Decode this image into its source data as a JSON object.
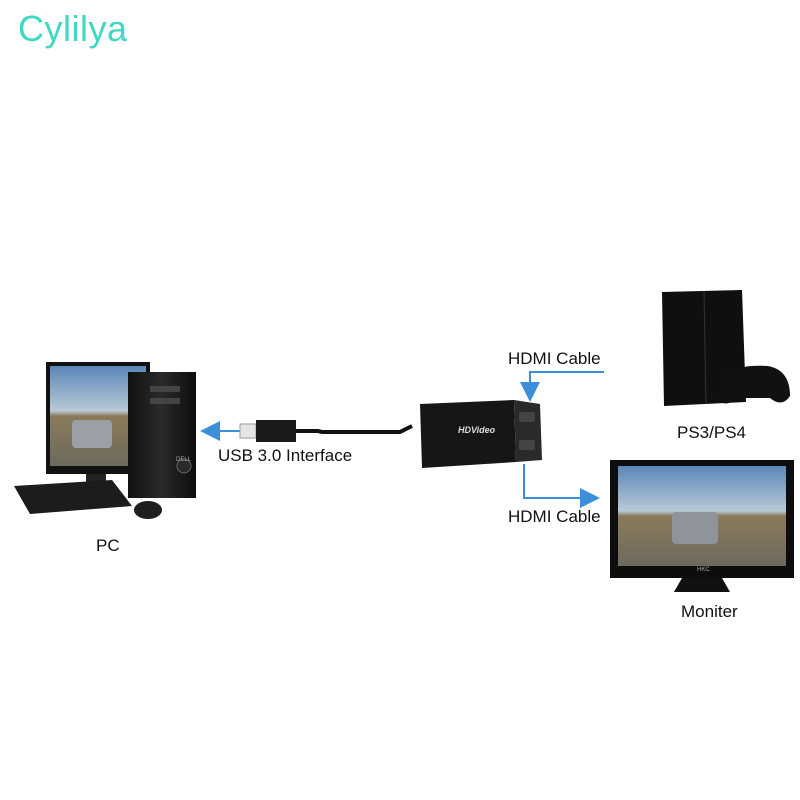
{
  "brand": "Cylilya",
  "labels": {
    "usb": "USB 3.0 Interface",
    "hdmi_in": "HDMI Cable",
    "hdmi_out": "HDMI Cable",
    "pc": "PC",
    "console": "PS3/PS4",
    "monitor": "Moniter",
    "device_text": "HDVideo",
    "monitor_brand": "HKC",
    "pc_brand": "DELL"
  },
  "colors": {
    "brand": "#3fd8c0",
    "arrow": "#3a8fd8"
  }
}
